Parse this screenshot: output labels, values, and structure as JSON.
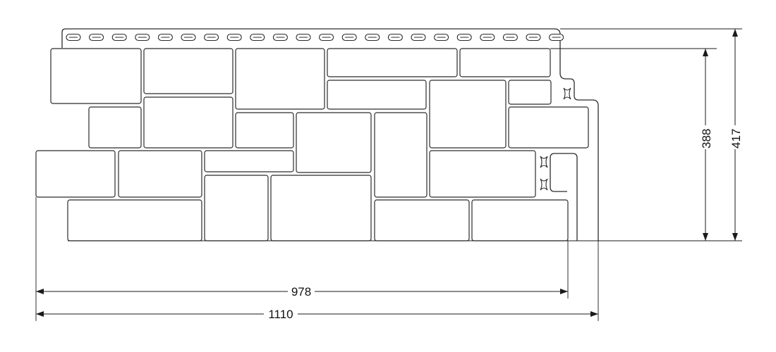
{
  "dimensions": {
    "height_inner": "388",
    "height_total": "417",
    "width_inner": "978",
    "width_total": "1110"
  },
  "panel": {
    "nail_slots": 22,
    "lock_marks": 3
  },
  "colors": {
    "line": "#2b2b2b",
    "background": "#ffffff"
  }
}
